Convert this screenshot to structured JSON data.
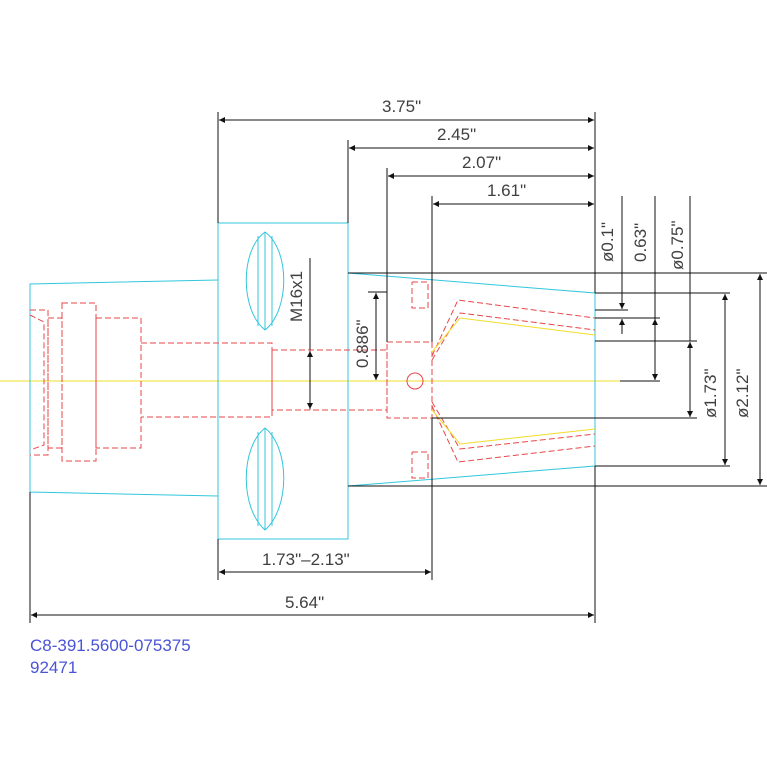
{
  "dimensions": {
    "overall_length_flange": "3.75\"",
    "length_a": "2.45\"",
    "length_b": "2.07\"",
    "length_c": "1.61\"",
    "thread": "M16x1",
    "bore_depth": "0.886\"",
    "dia_small": "ø0.1\"",
    "dia_063": "0.63\"",
    "dia_075": "ø0.75\"",
    "dia_173": "ø1.73\"",
    "dia_212": "ø2.12\"",
    "range_length": "1.73\"–2.13\"",
    "total_length": "5.64\""
  },
  "part": {
    "number": "C8-391.5600-075375",
    "code": "92471"
  },
  "colors": {
    "outline": "#33c6dc",
    "hidden": "#e8474a",
    "centerline": "#f0dd2a",
    "dimension": "#111111",
    "part_text": "#4a54d6"
  }
}
